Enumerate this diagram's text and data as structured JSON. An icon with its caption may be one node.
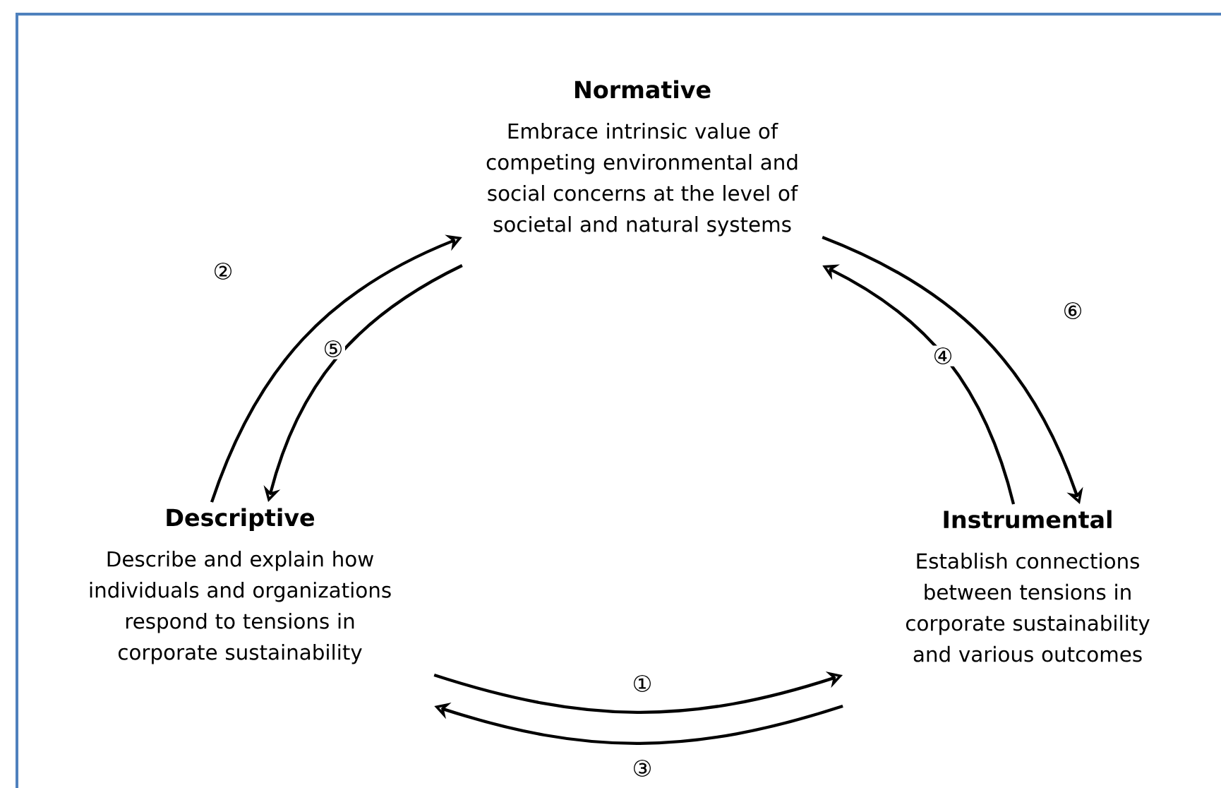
{
  "diagram": {
    "nodes": [
      {
        "text": [
          "Normative",
          "Embrace intrinsic value of competing environmental and social concerns at the level of societal and natural systems"
        ]
      },
      {
        "text": [
          "Descriptive",
          "Describe and explain how individuals and organizations respond to tensions in corporate sustainability"
        ]
      },
      {
        "text": [
          "Instrumental",
          "Establish connections between tensions in corporate sustainability and various outcomes"
        ]
      }
    ],
    "edges": [
      {
        "from": 1,
        "to": 2,
        "arrow": "to",
        "label": "①"
      },
      {
        "from": 1,
        "to": 0,
        "arrow": "to",
        "label": "②"
      },
      {
        "from": 2,
        "to": 1,
        "arrow": "to",
        "label": "③"
      },
      {
        "from": 2,
        "to": 0,
        "arrow": "to",
        "label": "④"
      },
      {
        "from": 0,
        "to": 1,
        "arrow": "to",
        "label": "⑤"
      },
      {
        "from": 0,
        "to": 2,
        "arrow": "to",
        "label": "⑥"
      }
    ]
  }
}
